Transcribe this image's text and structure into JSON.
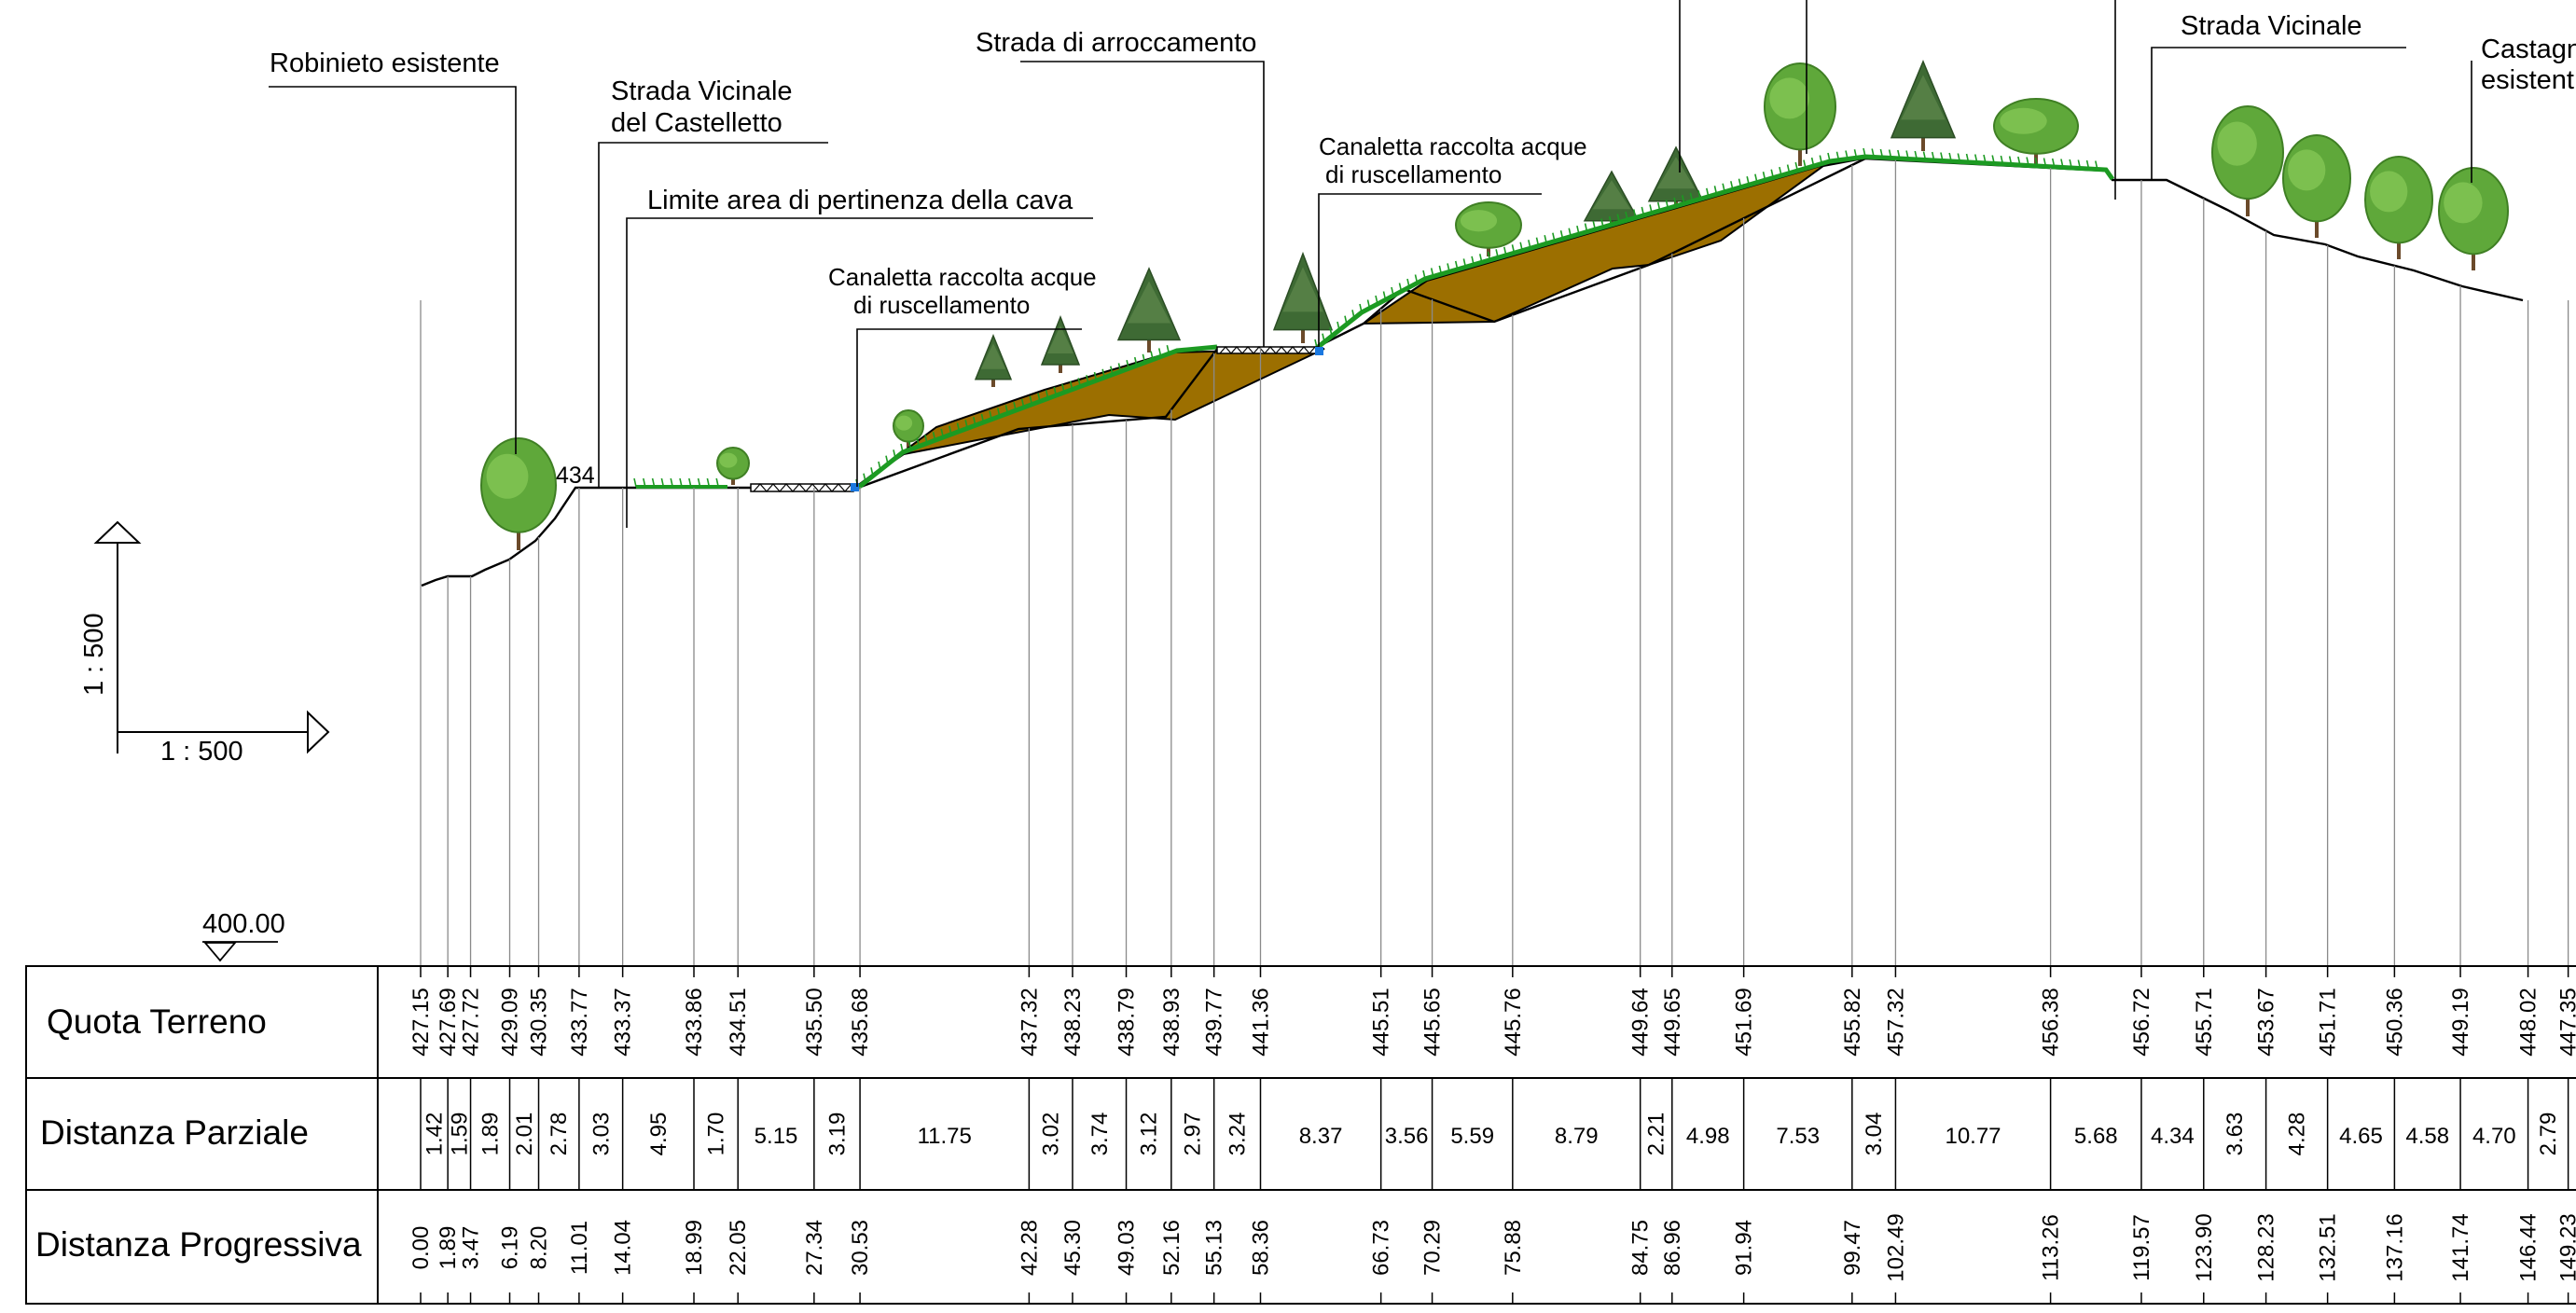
{
  "annotations": {
    "robinieto": "Robinieto esistente",
    "strada_castelletto_1": "Strada Vicinale",
    "strada_castelletto_2": "del Castelletto",
    "limite": "Limite area di pertinenza della cava",
    "canaletta1_1": "Canaletta raccolta acque",
    "canaletta1_2": "di ruscellamento",
    "strada_arroccamento": "Strada di arroccamento",
    "canaletta2_1": "Canaletta raccolta acque",
    "canaletta2_2": "di ruscellamento",
    "strada_vicinale": "Strada Vicinale",
    "castagneto_1": "Castagn",
    "castagneto_2": "esistent",
    "elev_434": "434"
  },
  "scale": {
    "vertical": "1 : 500",
    "horizontal": "1 : 500"
  },
  "datum": "400.00",
  "table": {
    "row1": "Quota Terreno",
    "row2": "Distanza Parziale",
    "row3": "Distanza Progressiva"
  },
  "chart_data": {
    "type": "table",
    "datum": 400.0,
    "stations": [
      {
        "prog": "0.00",
        "quota": "427.15"
      },
      {
        "prog": "1.89",
        "quota": "427.69"
      },
      {
        "prog": "3.47",
        "quota": "427.72"
      },
      {
        "prog": "6.19",
        "quota": "429.09"
      },
      {
        "prog": "8.20",
        "quota": "430.35"
      },
      {
        "prog": "11.01",
        "quota": "433.77"
      },
      {
        "prog": "14.04",
        "quota": "433.37"
      },
      {
        "prog": "18.99",
        "quota": "433.86"
      },
      {
        "prog": "22.05",
        "quota": "434.51"
      },
      {
        "prog": "27.34",
        "quota": "435.50"
      },
      {
        "prog": "30.53",
        "quota": "435.68"
      },
      {
        "prog": "42.28",
        "quota": "437.32"
      },
      {
        "prog": "45.30",
        "quota": "438.23"
      },
      {
        "prog": "49.03",
        "quota": "438.79"
      },
      {
        "prog": "52.16",
        "quota": "438.93"
      },
      {
        "prog": "55.13",
        "quota": "439.77"
      },
      {
        "prog": "58.36",
        "quota": "441.36"
      },
      {
        "prog": "66.73",
        "quota": "445.51"
      },
      {
        "prog": "70.29",
        "quota": "445.65"
      },
      {
        "prog": "75.88",
        "quota": "445.76"
      },
      {
        "prog": "84.75",
        "quota": "449.64"
      },
      {
        "prog": "86.96",
        "quota": "449.65"
      },
      {
        "prog": "91.94",
        "quota": "451.69"
      },
      {
        "prog": "99.47",
        "quota": "455.82"
      },
      {
        "prog": "102.49",
        "quota": "457.32"
      },
      {
        "prog": "113.26",
        "quota": "456.38"
      },
      {
        "prog": "119.57",
        "quota": "456.72"
      },
      {
        "prog": "123.90",
        "quota": "455.71"
      },
      {
        "prog": "128.23",
        "quota": "453.67"
      },
      {
        "prog": "132.51",
        "quota": "451.71"
      },
      {
        "prog": "137.16",
        "quota": "450.36"
      },
      {
        "prog": "141.74",
        "quota": "449.19"
      },
      {
        "prog": "146.44",
        "quota": "448.02"
      },
      {
        "prog": "149.23",
        "quota": "447.35"
      }
    ],
    "partials": [
      {
        "v": "1.42",
        "rot": true
      },
      {
        "v": "1.59",
        "rot": true
      },
      {
        "v": "1.89",
        "rot": true
      },
      {
        "v": "2.01",
        "rot": true
      },
      {
        "v": "2.78",
        "rot": true
      },
      {
        "v": "3.03",
        "rot": true
      },
      {
        "v": "4.95",
        "rot": true
      },
      {
        "v": "1.70",
        "rot": true
      },
      {
        "v": "5.15",
        "rot": false
      },
      {
        "v": "3.19",
        "rot": true
      },
      {
        "v": "11.75",
        "rot": false
      },
      {
        "v": "3.02",
        "rot": true
      },
      {
        "v": "3.74",
        "rot": true
      },
      {
        "v": "3.12",
        "rot": true
      },
      {
        "v": "2.97",
        "rot": true
      },
      {
        "v": "3.24",
        "rot": true
      },
      {
        "v": "8.37",
        "rot": false
      },
      {
        "v": "3.56",
        "rot": false
      },
      {
        "v": "5.59",
        "rot": false
      },
      {
        "v": "8.79",
        "rot": false
      },
      {
        "v": "2.21",
        "rot": true
      },
      {
        "v": "4.98",
        "rot": false
      },
      {
        "v": "7.53",
        "rot": false
      },
      {
        "v": "3.04",
        "rot": true
      },
      {
        "v": "10.77",
        "rot": false
      },
      {
        "v": "5.68",
        "rot": false
      },
      {
        "v": "4.34",
        "rot": false
      },
      {
        "v": "3.63",
        "rot": true
      },
      {
        "v": "4.28",
        "rot": true
      },
      {
        "v": "4.65",
        "rot": false
      },
      {
        "v": "4.58",
        "rot": false
      },
      {
        "v": "4.70",
        "rot": false
      },
      {
        "v": "2.79",
        "rot": true
      }
    ]
  },
  "colors": {
    "fill": "#9c6f00",
    "grass": "#1c9a22",
    "tree_leaf": "#5fa83a",
    "conifer": "#3e6a34",
    "drain": "#1a78e0",
    "line": "#000000",
    "grid": "#888888"
  }
}
